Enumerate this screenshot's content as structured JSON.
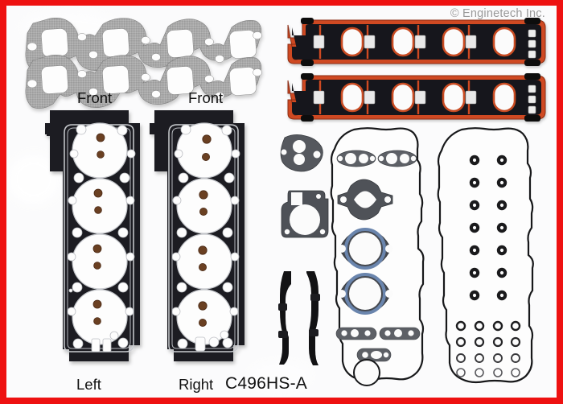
{
  "meta": {
    "copyright": "© Enginetech Inc.",
    "part_number": "C496HS-A",
    "frame_color": "#ee1111",
    "background_color": "#fbfbfc"
  },
  "labels": {
    "front_left": "Front",
    "front_right": "Front",
    "head_left": "Left",
    "head_right": "Right"
  },
  "colors": {
    "exhaust_gasket_gray": "#a8a8a8",
    "exhaust_gasket_dark": "#8d8d8d",
    "head_gasket_black": "#1d1f22",
    "head_gasket_bead": "#c9cbd0",
    "port_brown": "#6b3f24",
    "intake_carrier": "#1b1b1d",
    "intake_bead": "#d1471f",
    "small_gasket_gray": "#5d6066",
    "thermostat_ring_blue": "#6a85ad",
    "rubber_black": "#121214",
    "outline": "#1a1a1a"
  },
  "parts": {
    "exhaust_manifold_gaskets": {
      "name": "exhaust-manifold-gasket",
      "count": 2,
      "ports": 4,
      "material": "graphite composite"
    },
    "intake_manifold_gaskets": {
      "name": "intake-manifold-gasket",
      "count": 2,
      "runners": 4,
      "material": "molded rubber on plastic carrier"
    },
    "head_gaskets": {
      "name": "cylinder-head-gasket",
      "count": 2,
      "cylinders_each": 4,
      "sides": [
        "Left",
        "Right"
      ]
    },
    "egr_gasket": {
      "name": "egr-valve-gasket",
      "count": 1
    },
    "water_pump_gasket": {
      "name": "water-pump-gasket",
      "count": 1
    },
    "valley_seals": {
      "name": "valley-pan-rubber-seal",
      "count": 2
    },
    "valve_cover_gaskets": {
      "name": "valve-cover-gasket",
      "count": 2
    },
    "oval_port_gaskets": {
      "name": "oval-port-gasket",
      "count": 5
    },
    "diamond_gasket": {
      "name": "diamond-flange-gasket",
      "count": 1
    },
    "thermostat_gaskets": {
      "name": "thermostat-housing-gasket",
      "count": 2
    },
    "valve_stem_seals": {
      "name": "valve-stem-seal",
      "rows": 7,
      "per_row": 2
    },
    "o_rings": {
      "name": "o-ring-seal",
      "rows": 4,
      "per_row": 4
    },
    "small_ring": {
      "name": "round-seal-ring",
      "count": 1
    }
  }
}
